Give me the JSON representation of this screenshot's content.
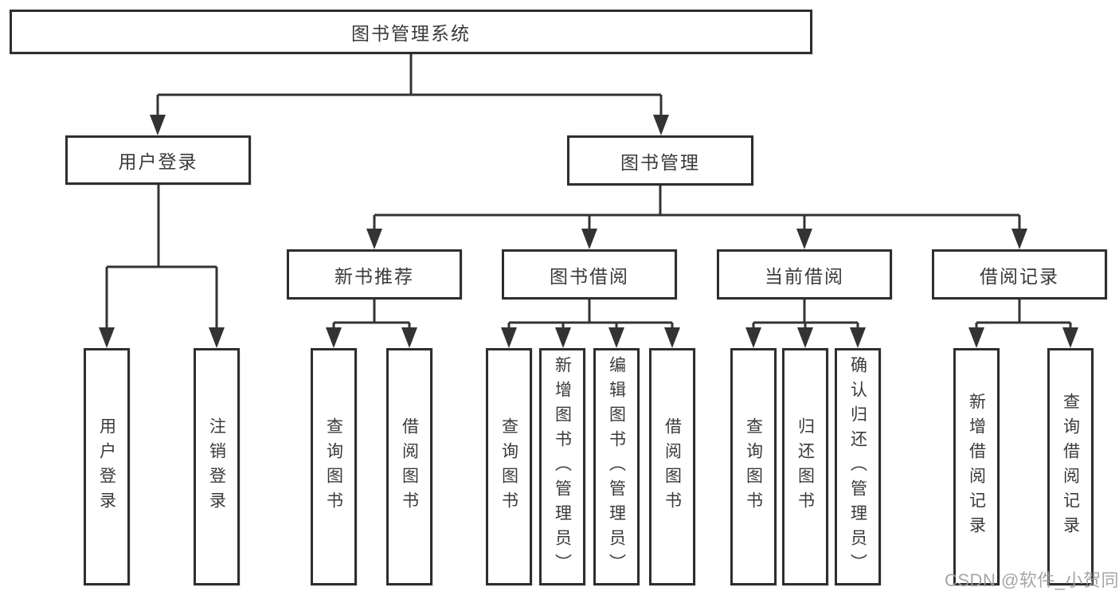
{
  "diagram": {
    "root": {
      "label": "图书管理系统"
    },
    "level1": [
      {
        "label": "用户登录"
      },
      {
        "label": "图书管理"
      }
    ],
    "level2": [
      {
        "label": "新书推荐"
      },
      {
        "label": "图书借阅"
      },
      {
        "label": "当前借阅"
      },
      {
        "label": "借阅记录"
      }
    ],
    "leaves": {
      "user_login": [
        {
          "label": "用户登录"
        },
        {
          "label": "注销登录"
        }
      ],
      "new_book": [
        {
          "label": "查询图书"
        },
        {
          "label": "借阅图书"
        }
      ],
      "book_borrow": [
        {
          "label": "查询图书"
        },
        {
          "label": "新增图书（管理员）"
        },
        {
          "label": "编辑图书（管理员）"
        },
        {
          "label": "借阅图书"
        }
      ],
      "current_borrow": [
        {
          "label": "查询图书"
        },
        {
          "label": "归还图书"
        },
        {
          "label": "确认归还（管理员）"
        }
      ],
      "borrow_record": [
        {
          "label": "新增借阅记录"
        },
        {
          "label": "查询借阅记录"
        }
      ]
    },
    "watermark": "CSDN @软件_小贺同学",
    "colors": {
      "line": "#333333",
      "box_border": "#2e2e2e",
      "box_background": "#ffffff",
      "text": "#3a3a3a",
      "watermark": "#9e9e9e",
      "background": "#ffffff"
    }
  }
}
